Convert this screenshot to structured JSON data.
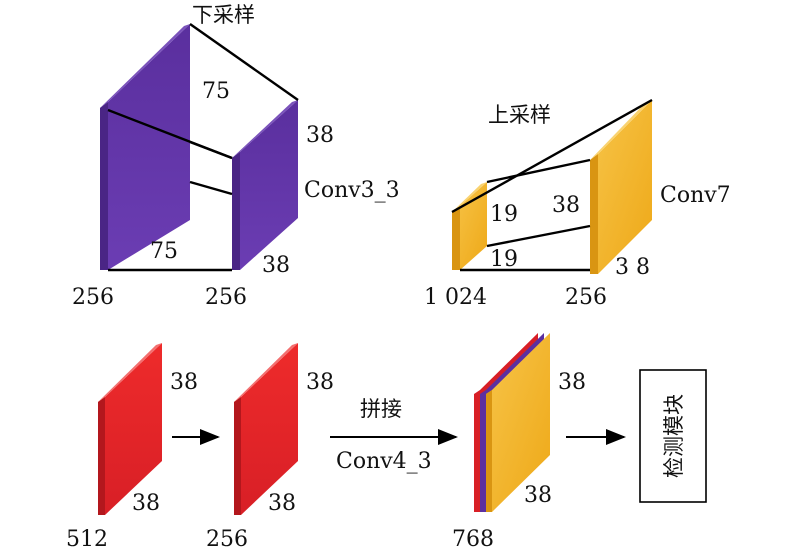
{
  "downsample": {
    "title": "下采样",
    "inner_label_top": "75",
    "inner_label_bottom": "75",
    "right_depth_top": "38",
    "right_depth_bottom": "38",
    "layer_name": "Conv3_3",
    "left_channels": "256",
    "right_channels": "256",
    "color": "#5b2fa0"
  },
  "upsample": {
    "title": "上采样",
    "inner_label_a": "19",
    "inner_label_b": "38",
    "inner_label_c": "19",
    "layer_name": "Conv7",
    "right_depth": "3 8",
    "left_channels": "1 024",
    "right_channels": "256",
    "color": "#f2b21e"
  },
  "fusion": {
    "block1_depth_top": "38",
    "block1_depth_bottom": "38",
    "block1_channels": "512",
    "block2_depth_top": "38",
    "block2_depth_bottom": "38",
    "block2_channels": "256",
    "concat_label": "拼接",
    "concat_layer": "Conv4_3",
    "block3_depth_top": "38",
    "block3_depth_bottom": "38",
    "block3_channels": "768",
    "detect_label": "检测模块",
    "red_color": "#e8232a"
  }
}
